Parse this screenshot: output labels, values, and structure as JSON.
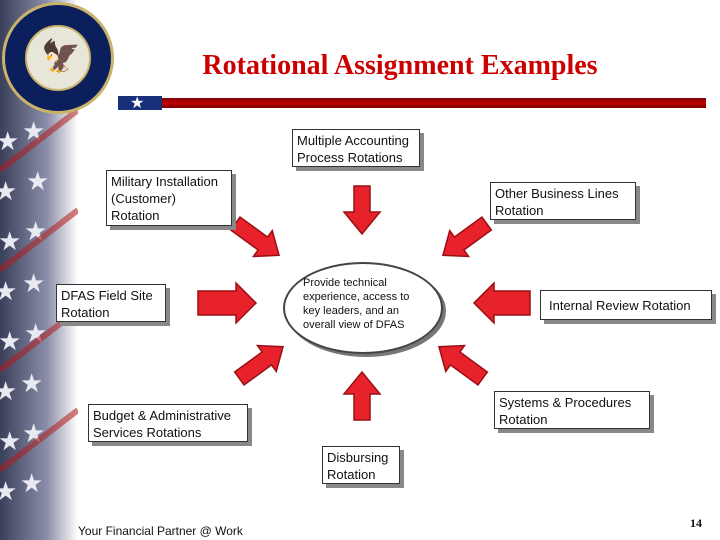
{
  "title": "Rotational Assignment Examples",
  "boxes": {
    "multiple_accounting": "Multiple Accounting Process Rotations",
    "military_installation": "Military Installation (Customer) Rotation",
    "other_business": "Other Business Lines Rotation",
    "field_site": "DFAS Field Site Rotation",
    "internal_review": "Internal Review Rotation",
    "budget_admin": "Budget & Administrative Services Rotations",
    "systems_procedures": "Systems & Procedures Rotation",
    "disbursing": "Disbursing Rotation"
  },
  "center": "Provide technical experience, access to key leaders, and an overall view of DFAS",
  "footer": "Your Financial Partner @ Work",
  "page_number": "14",
  "colors": {
    "title": "#cc0000",
    "arrow": "#e8222a",
    "arrow_edge": "#9a0f14",
    "flag_blue": "#1a2f7a"
  }
}
